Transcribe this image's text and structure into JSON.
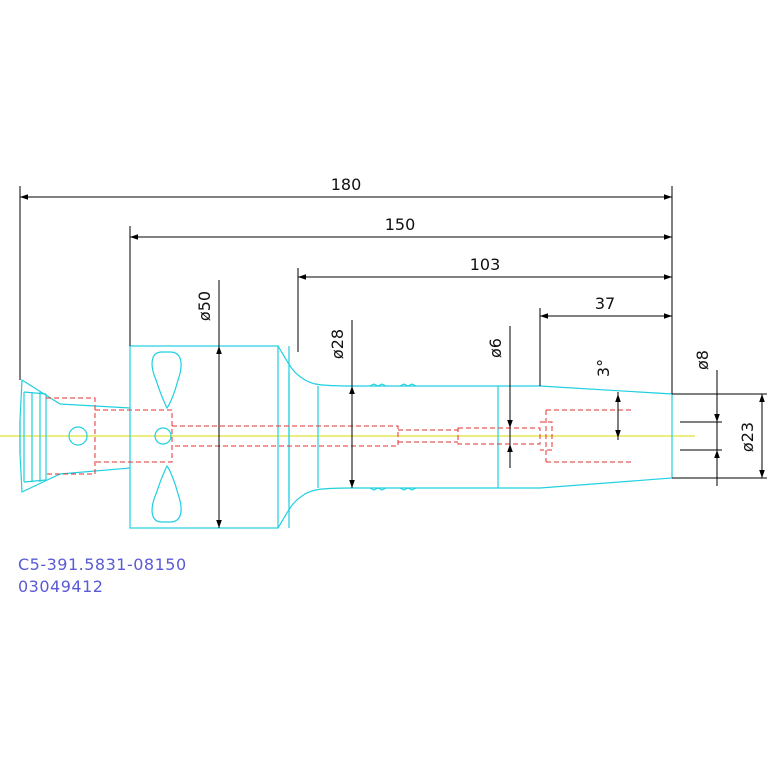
{
  "dimensions": {
    "d180": "180",
    "d150": "150",
    "d103": "103",
    "d37": "37",
    "dia50": "ø50",
    "dia28": "ø28",
    "dia6": "ø6",
    "dia8": "ø8",
    "dia23": "ø23",
    "angle": "3°"
  },
  "labels": {
    "part_number": "C5-391.5831-08150",
    "serial_number": "03049412"
  },
  "colors": {
    "outline": "#20d0e0",
    "hidden": "#e53030",
    "centerline": "#d8d800",
    "dimension": "#000000",
    "label": "#5a5ad6"
  }
}
